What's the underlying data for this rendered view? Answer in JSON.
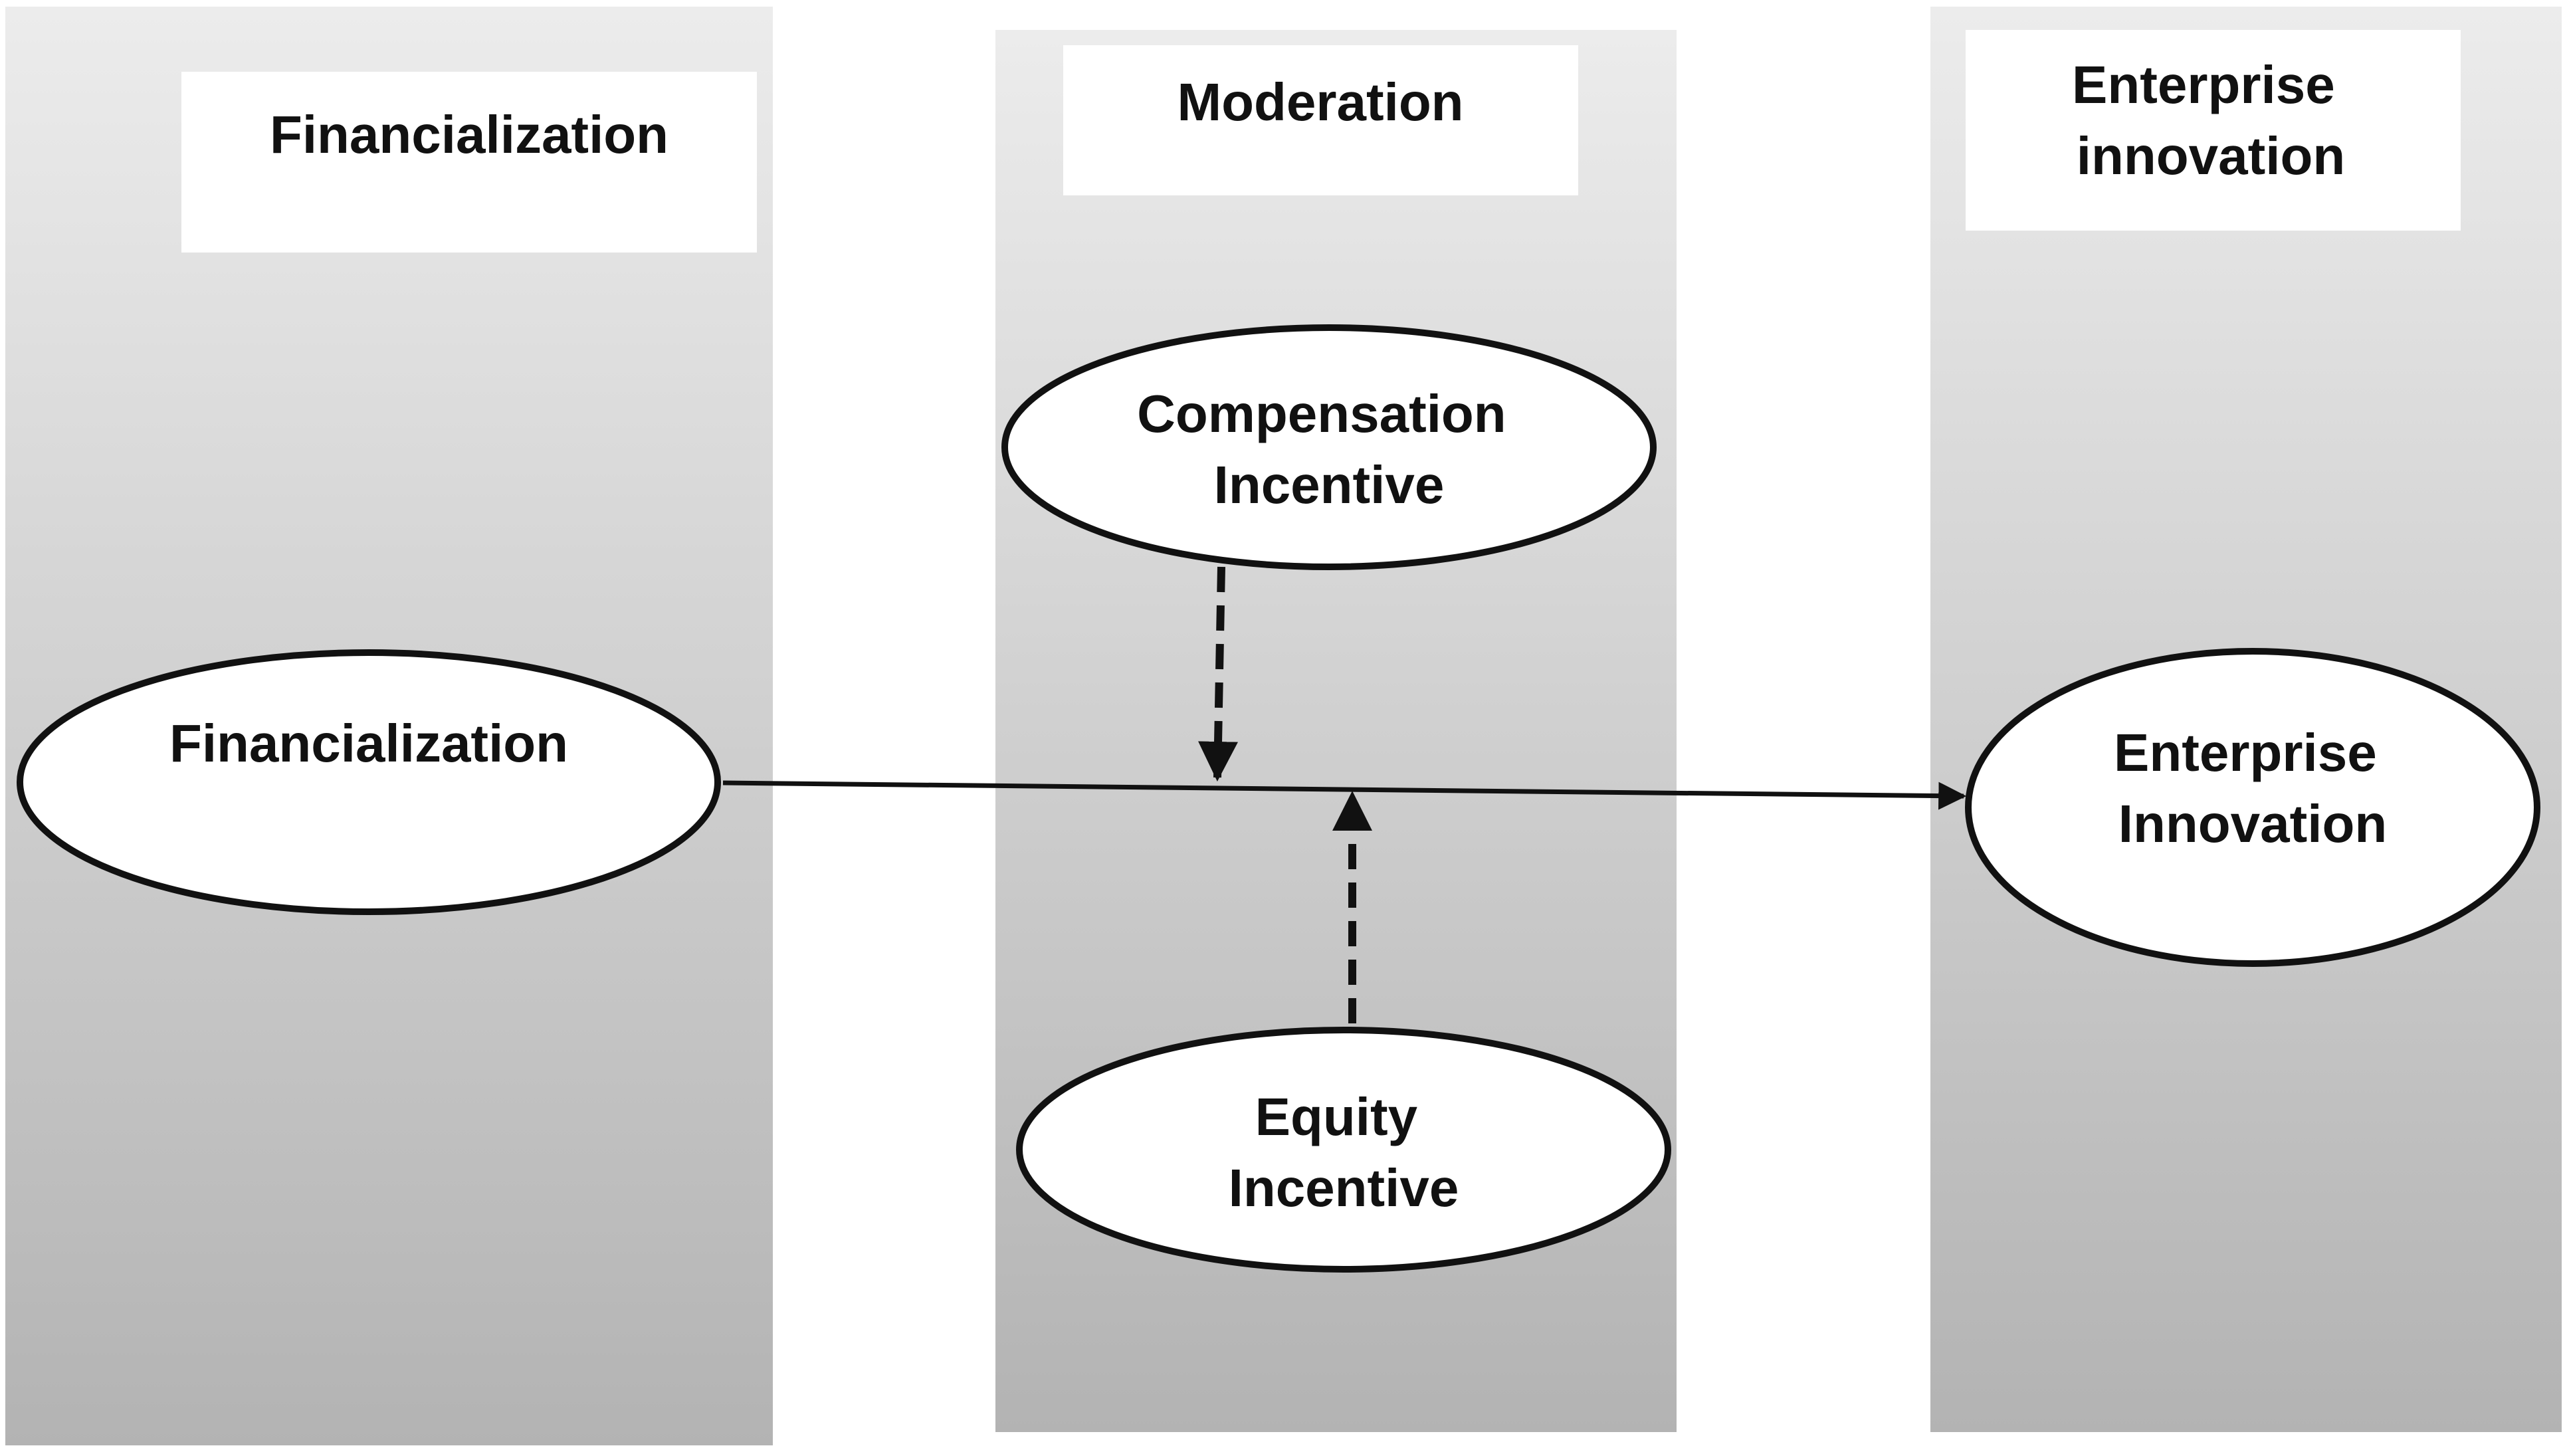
{
  "columns": [
    {
      "header": [
        "Financialization"
      ]
    },
    {
      "header": [
        "Moderation"
      ]
    },
    {
      "header": [
        "Enterprise",
        "innovation"
      ]
    }
  ],
  "nodes": {
    "financialization": [
      "Financialization"
    ],
    "compensation_incentive": [
      "Compensation",
      "Incentive"
    ],
    "equity_incentive": [
      "Equity",
      "Incentive"
    ],
    "enterprise_innovation": [
      "Enterprise",
      "Innovation"
    ]
  },
  "colors": {
    "panel_top": "#ececec",
    "panel_bottom": "#b3b3b3",
    "box_fill": "#ffffff",
    "ink": "#111111"
  }
}
